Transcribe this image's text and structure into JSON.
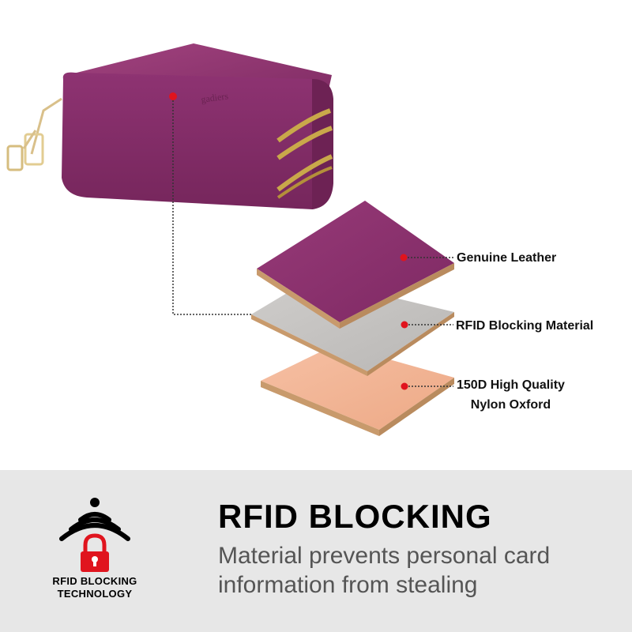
{
  "layers": {
    "genuine_leather": "Genuine Leather",
    "rfid_material": "RFID Blocking Material",
    "nylon_line1": "150D High Quality",
    "nylon_line2": "Nylon Oxford"
  },
  "badge": {
    "line1": "RFID BLOCKING",
    "line2": "TECHNOLOGY",
    "icon": "wifi-signal-lock-icon"
  },
  "banner": {
    "headline": "RFID BLOCKING",
    "description_line1": "Material prevents personal card",
    "description_line2": "information from stealing"
  },
  "colors": {
    "leather": "#8e2f6e",
    "rfid_layer": "#c8c6c4",
    "nylon_layer": "#f3b698",
    "cork_edge": "#c89a6c",
    "marker_dot": "#e0141e",
    "banner_bg": "#e7e7e7",
    "lock": "#e0141e"
  }
}
